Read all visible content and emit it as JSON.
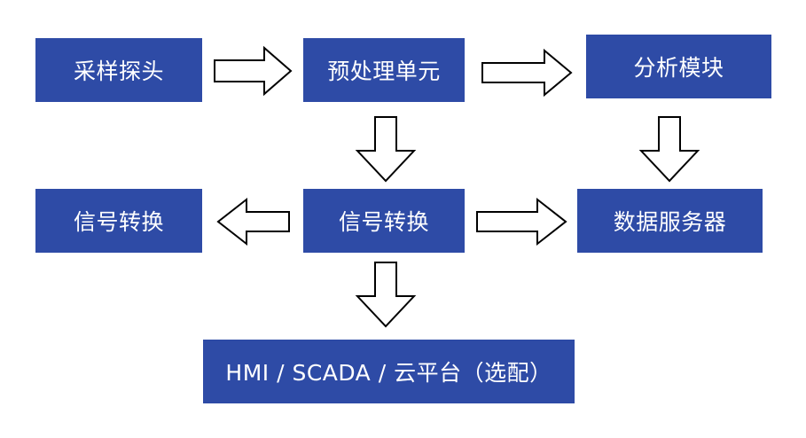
{
  "boxes": {
    "probe": "采样探头",
    "preprocess": "预处理单元",
    "analysis": "分析模块",
    "signal_convert_left": "信号转换",
    "signal_convert_center": "信号转换",
    "data_server": "数据服务器",
    "hmi": "HMI / SCADA / 云平台（选配）"
  },
  "colors": {
    "box_fill": "#2E4BA6",
    "box_text": "#FFFFFF",
    "arrow_fill": "#FFFFFF",
    "arrow_stroke": "#000000"
  }
}
